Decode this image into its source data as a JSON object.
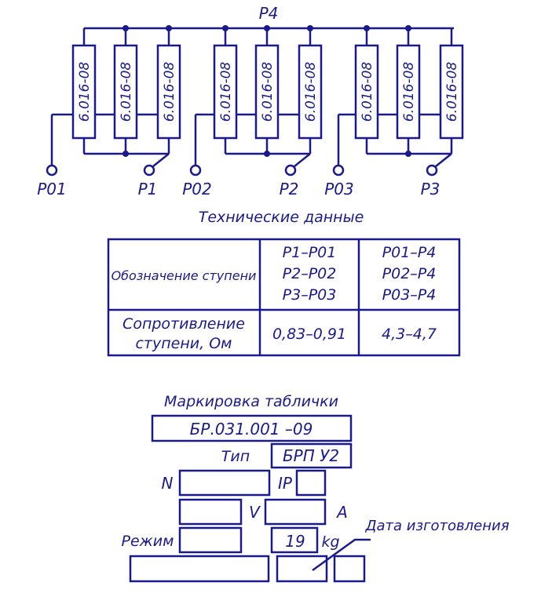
{
  "circuit": {
    "bus_label": "P4",
    "resistor_label": "6.016-08",
    "terminals": [
      "P01",
      "P1",
      "P02",
      "P2",
      "P03",
      "P3"
    ]
  },
  "tech_data": {
    "title": "Технические данные",
    "row1_label": "Обозначение ступени",
    "col1_lines": [
      "P1–P01",
      "P2–P02",
      "P3–P03"
    ],
    "col2_lines": [
      "P01–P4",
      "P02–P4",
      "P03–P4"
    ],
    "row2_label_line1": "Сопротивление",
    "row2_label_line2": "ступени, Ом",
    "value1": "0,83–0,91",
    "value2": "4,3–4,7"
  },
  "plate": {
    "title": "Маркировка таблички",
    "part_number": "БР.031.001 –09",
    "type_label": "Тип",
    "type_value": "БРП У2",
    "n_label": "N",
    "ip_label": "IP",
    "v_label": "V",
    "a_label": "A",
    "mode_label": "Режим",
    "weight_value": "19",
    "weight_unit": "kg",
    "date_label": "Дата изготовления"
  },
  "colors": {
    "ink": "#1a1a8c"
  }
}
